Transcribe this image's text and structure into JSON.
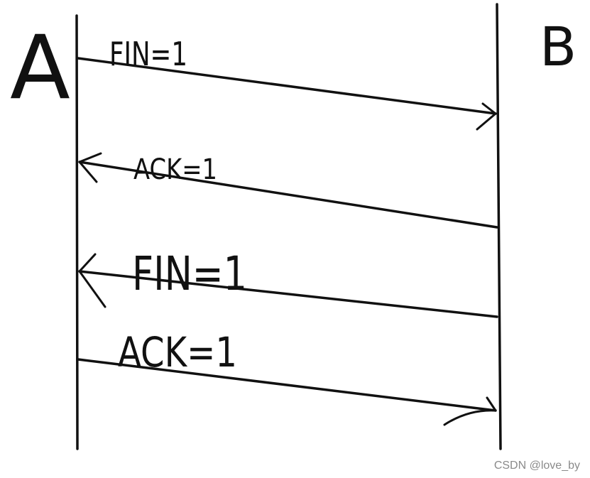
{
  "diagram": {
    "type": "sequence-diagram",
    "participants": [
      {
        "id": "A",
        "label": "A"
      },
      {
        "id": "B",
        "label": "B"
      }
    ],
    "messages": [
      {
        "from": "A",
        "to": "B",
        "label": "FIN=1"
      },
      {
        "from": "B",
        "to": "A",
        "label": "ACK=1"
      },
      {
        "from": "B",
        "to": "A",
        "label": "FIN=1"
      },
      {
        "from": "A",
        "to": "B",
        "label": "ACK=1"
      }
    ]
  },
  "colors": {
    "ink": "#111111",
    "watermark": "#8a8a8a",
    "background": "#ffffff"
  },
  "watermark": {
    "text": "CSDN @love_by"
  }
}
